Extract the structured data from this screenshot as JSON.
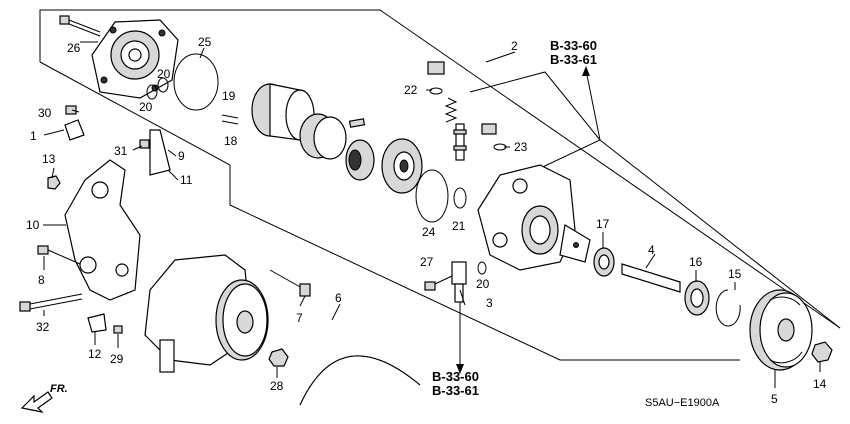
{
  "callouts": {
    "c1": "1",
    "c2": "2",
    "c3": "3",
    "c4": "4",
    "c5": "5",
    "c6": "6",
    "c7": "7",
    "c8": "8",
    "c9": "9",
    "c10": "10",
    "c11": "11",
    "c12": "12",
    "c13": "13",
    "c14": "14",
    "c15": "15",
    "c16": "16",
    "c17": "17",
    "c18": "18",
    "c19": "19",
    "c20a": "20",
    "c20b": "20",
    "c20c": "20",
    "c21": "21",
    "c22": "22",
    "c23": "23",
    "c24": "24",
    "c25": "25",
    "c26": "26",
    "c27": "27",
    "c28": "28",
    "c29": "29",
    "c30": "30",
    "c31": "31",
    "c32": "32"
  },
  "references": {
    "top_a": "B-33-60",
    "top_b": "B-33-61",
    "bottom_a": "B-33-60",
    "bottom_b": "B-33-61"
  },
  "direction_label": "FR.",
  "diagram_code": "S5AU−E1900A"
}
